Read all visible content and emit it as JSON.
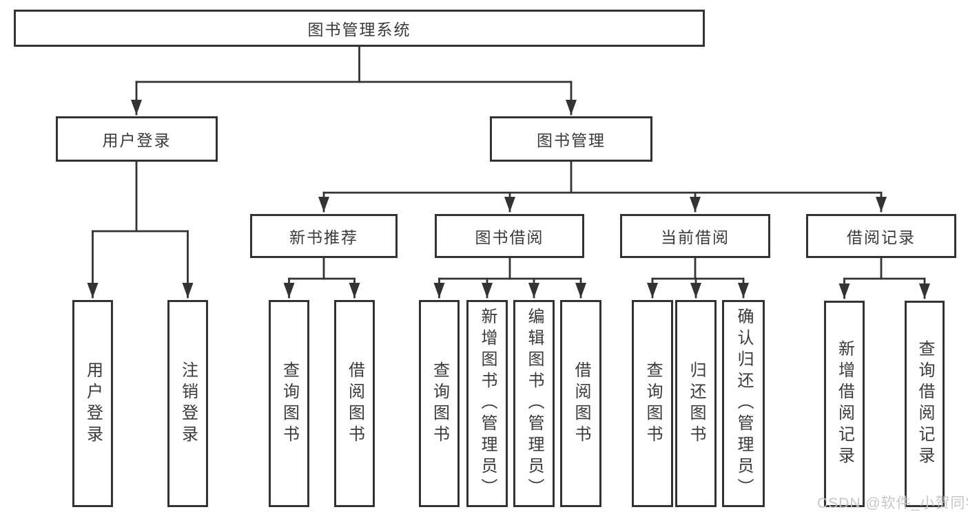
{
  "tree": {
    "label": "图书管理系统",
    "children": [
      {
        "label": "用户登录",
        "children": [
          {
            "label": "用户登录"
          },
          {
            "label": "注销登录"
          }
        ]
      },
      {
        "label": "图书管理",
        "children": [
          {
            "label": "新书推荐",
            "children": [
              {
                "label": "查询图书"
              },
              {
                "label": "借阅图书"
              }
            ]
          },
          {
            "label": "图书借阅",
            "children": [
              {
                "label": "查询图书"
              },
              {
                "label": "新增图书（管理员）"
              },
              {
                "label": "编辑图书（管理员）"
              },
              {
                "label": "借阅图书"
              }
            ]
          },
          {
            "label": "当前借阅",
            "children": [
              {
                "label": "查询图书"
              },
              {
                "label": "归还图书"
              },
              {
                "label": "确认归还（管理员）"
              }
            ]
          },
          {
            "label": "借阅记录",
            "children": [
              {
                "label": "新增借阅记录"
              },
              {
                "label": "查询借阅记录"
              }
            ]
          }
        ]
      }
    ]
  },
  "watermark": {
    "text": "CSDN @软件_小贺同学"
  },
  "colors": {
    "line": "#333333",
    "box_border": "#333333",
    "box_fill": "#ffffff",
    "text": "#3a3a3a",
    "watermark": "#c4c4c4",
    "background": "#ffffff"
  }
}
